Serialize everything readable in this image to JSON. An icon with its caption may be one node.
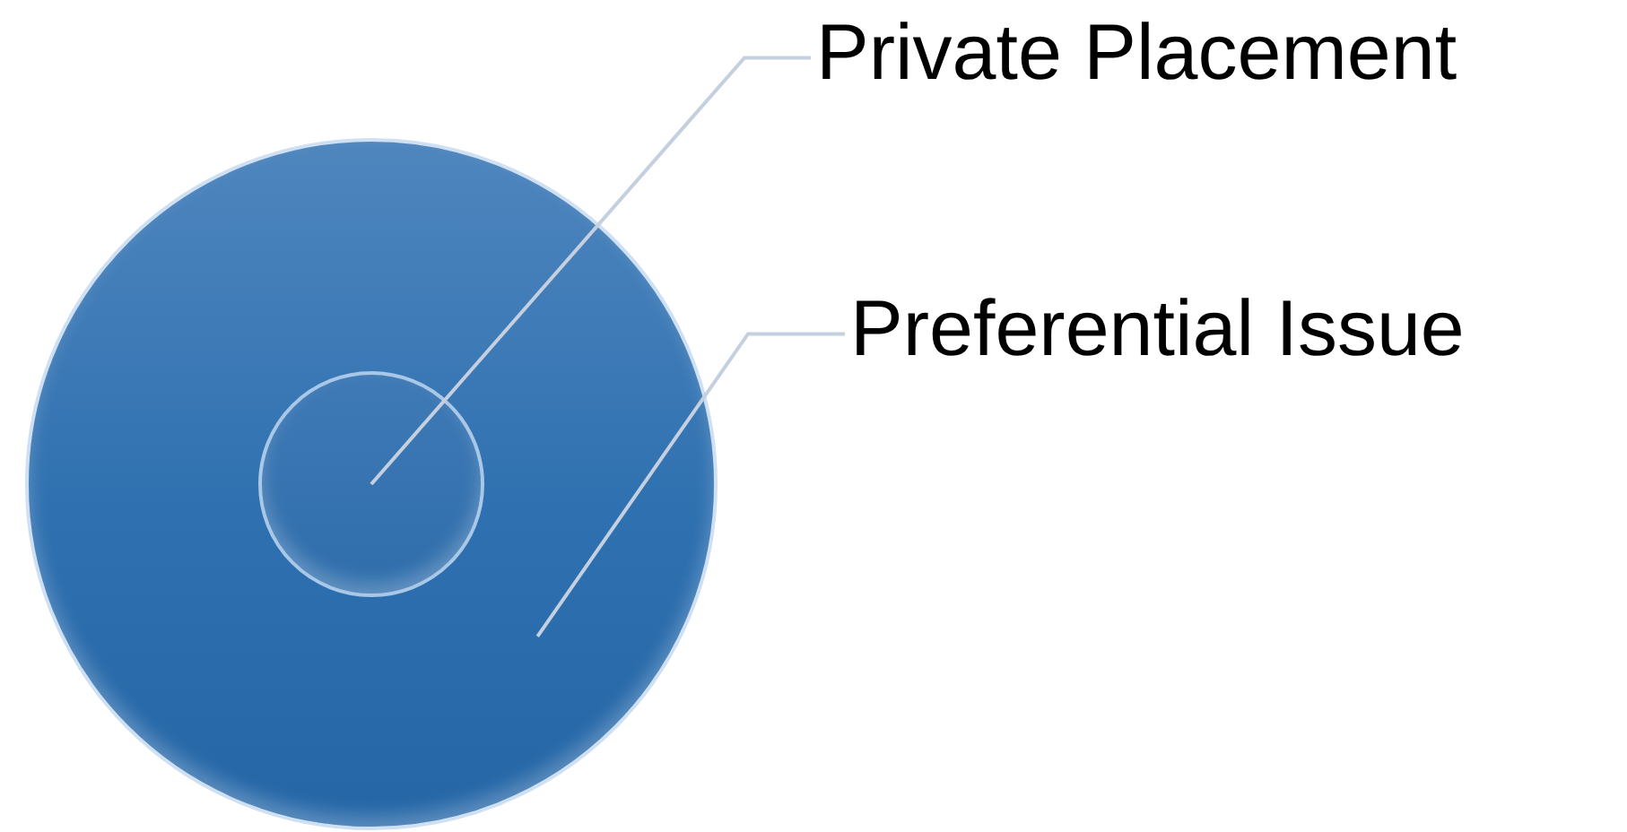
{
  "diagram": {
    "nodes": [
      {
        "text": [],
        "shape": "circle"
      },
      {
        "text": [],
        "shape": "circle",
        "in": 0
      },
      {
        "text": [
          "Private Placement"
        ]
      },
      {
        "text": [
          "Preferential Issue"
        ]
      }
    ],
    "edges": [
      {
        "from": 2,
        "to": 1,
        "arrow": "none"
      },
      {
        "from": 3,
        "to": 0,
        "arrow": "none"
      }
    ]
  }
}
